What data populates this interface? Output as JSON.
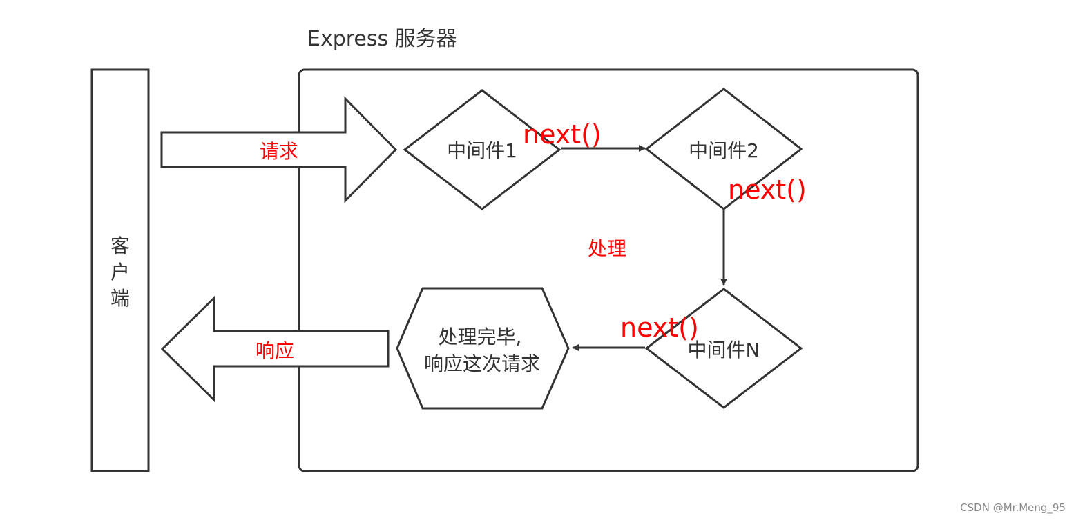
{
  "diagram": {
    "title": "Express 服务器",
    "client_label": [
      "客",
      "户",
      "端"
    ],
    "arrows": {
      "request_label": "请求",
      "response_label": "响应"
    },
    "nodes": {
      "middleware_1": "中间件1",
      "middleware_2": "中间件2",
      "middleware_n": "中间件N",
      "final_line_1": "处理完毕,",
      "final_line_2": "响应这次请求"
    },
    "edge_labels": {
      "next_1": "next()",
      "next_2": "next()",
      "next_3": "next()"
    },
    "process_label": "处理",
    "watermark": "CSDN @Mr.Meng_95",
    "colors": {
      "stroke": "#333333",
      "text": "#333333",
      "annotation": "#ff0000",
      "watermark": "#888888"
    }
  }
}
